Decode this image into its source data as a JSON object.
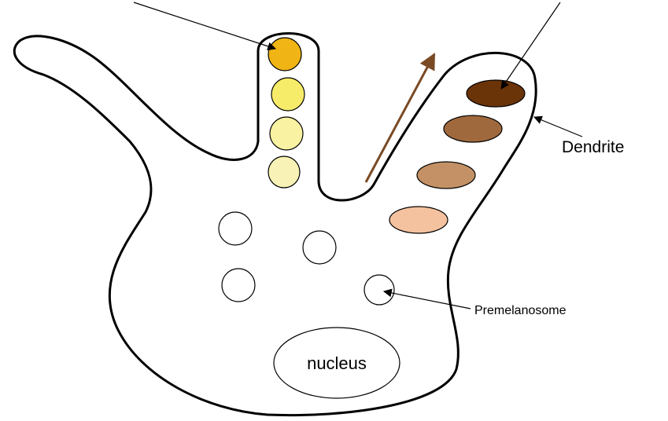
{
  "labels": {
    "dendrite": "Dendrite",
    "premelanosome": "Premelanosome",
    "nucleus": "nucleus"
  },
  "colors": {
    "cell_outline": "#000000",
    "transport_arrow": "#7a4a25",
    "premelanosome_fill": "#ffffff",
    "left_finger_granules": [
      "#f0b414",
      "#f7ec6a",
      "#f8f2a2",
      "#f8f2b6"
    ],
    "right_finger_granules": [
      "#6b3308",
      "#a0693d",
      "#c39165",
      "#f4c29f"
    ]
  }
}
